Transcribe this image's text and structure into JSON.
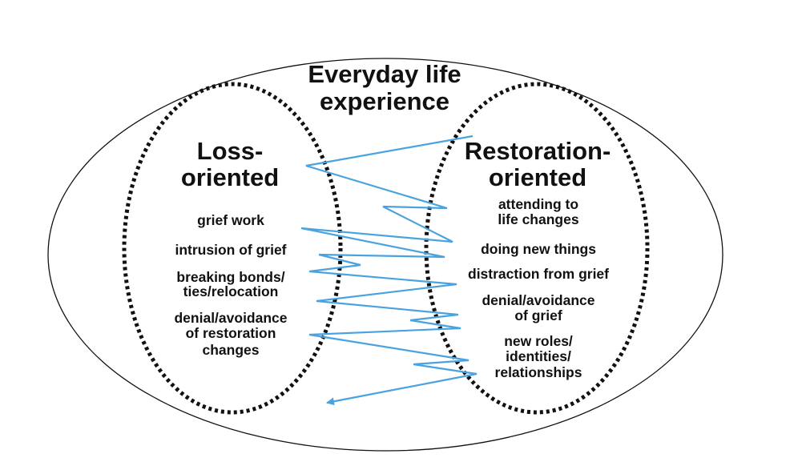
{
  "title": {
    "line1": "Everyday life",
    "line2": "experience"
  },
  "loss": {
    "heading_line1": "Loss-",
    "heading_line2": "oriented",
    "items": [
      [
        "grief work"
      ],
      [
        "intrusion of grief"
      ],
      [
        "breaking bonds/",
        "ties/relocation"
      ],
      [
        "denial/avoidance",
        "of restoration",
        "changes"
      ]
    ]
  },
  "restoration": {
    "heading_line1": "Restoration-",
    "heading_line2": "oriented",
    "items": [
      [
        "attending to",
        "life changes"
      ],
      [
        "doing new things"
      ],
      [
        "distraction from grief"
      ],
      [
        "denial/avoidance",
        "of grief"
      ],
      [
        "new roles/",
        "identities/",
        "relationships"
      ]
    ]
  },
  "colors": {
    "outline": "#111111",
    "oscillation": "#4aa3df",
    "text": "#111111"
  }
}
